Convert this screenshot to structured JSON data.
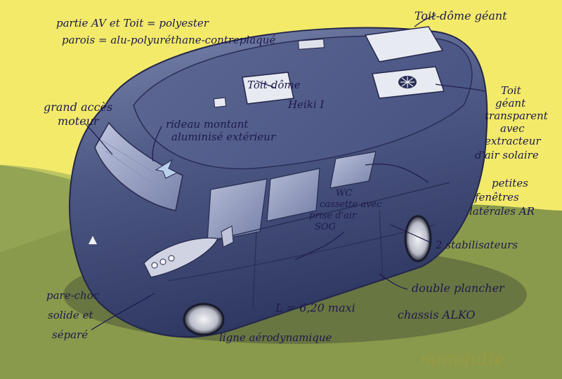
{
  "annotations": {
    "materials_front_roof": "partie AV et Toit = polyester",
    "materials_walls": "parois = alu-polyuréthane-contreplaqué",
    "giant_dome": "Toit-dôme géant",
    "dome_roof": "Toit-dôme",
    "heki": "Heiki I",
    "engine_access_1": "grand accès",
    "engine_access_2": "moteur",
    "blind_1": "rideau montant",
    "blind_2": "aluminisé extérieur",
    "transparent_roof": [
      "Toit",
      "géant",
      "transparent",
      "avec",
      "extracteur",
      "d'air solaire"
    ],
    "side_windows": [
      "petites",
      "fenêtres",
      "latérales AR"
    ],
    "wc": [
      "WC",
      "cassette avec",
      "prise d'air",
      "SOG"
    ],
    "stabilizers": "2 stabilisateurs",
    "double_floor": "double plancher",
    "chassis": "chassis ALKO",
    "length": "L = 6,20 maxi",
    "bumper": [
      "pare-choc",
      "solide et",
      "séparé"
    ],
    "aero_line": "ligne aérodynamique",
    "signature": "mondidié"
  },
  "colors": {
    "paper_yellow": "#f3ea6a",
    "grass_green": "#8a9a4c",
    "body_blue": "#5a6590",
    "ink": "#1d1a4a"
  }
}
